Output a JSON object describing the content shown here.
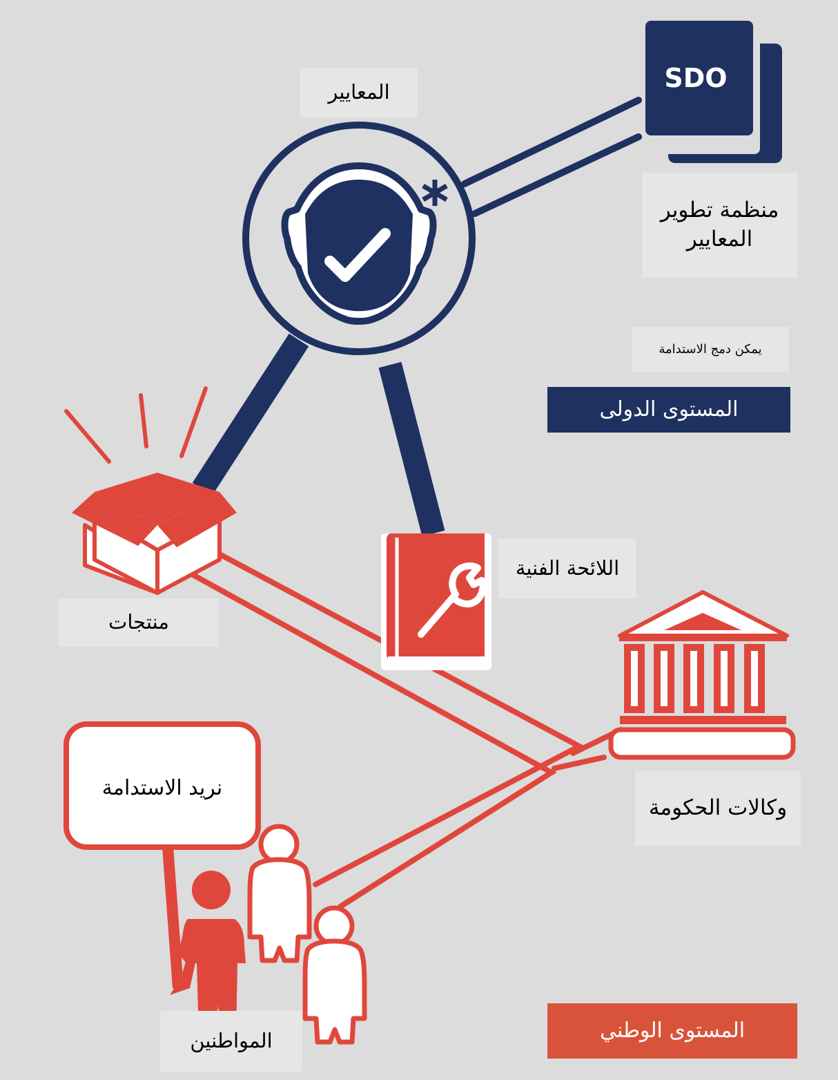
{
  "labels": {
    "sdo_logo": "SDO",
    "standards": "المعايير",
    "sdo_name": "منظمة تطوير المعايير",
    "sustainability_note": "يمكن دمج الاستدامة",
    "international_level": "المستوى الدولى",
    "technical_regulation": "اللائحة الفنية",
    "products": "منتجات",
    "government_agencies": "وكالات الحكومة",
    "sign_text": "نريد الاستدامة",
    "citizens": "المواطنين",
    "national_level": "المستوى الوطني"
  },
  "colors": {
    "background": "#dcdcdc",
    "navy": "#1e3160",
    "red": "#e0473c",
    "white": "#ffffff",
    "label_box": "#e6e6e6",
    "national_banner": "#d9533b"
  },
  "icons": [
    "sdo-document-icon",
    "certified-standard-icon",
    "open-box-icon",
    "technical-manual-icon",
    "government-building-icon",
    "citizens-icon"
  ]
}
